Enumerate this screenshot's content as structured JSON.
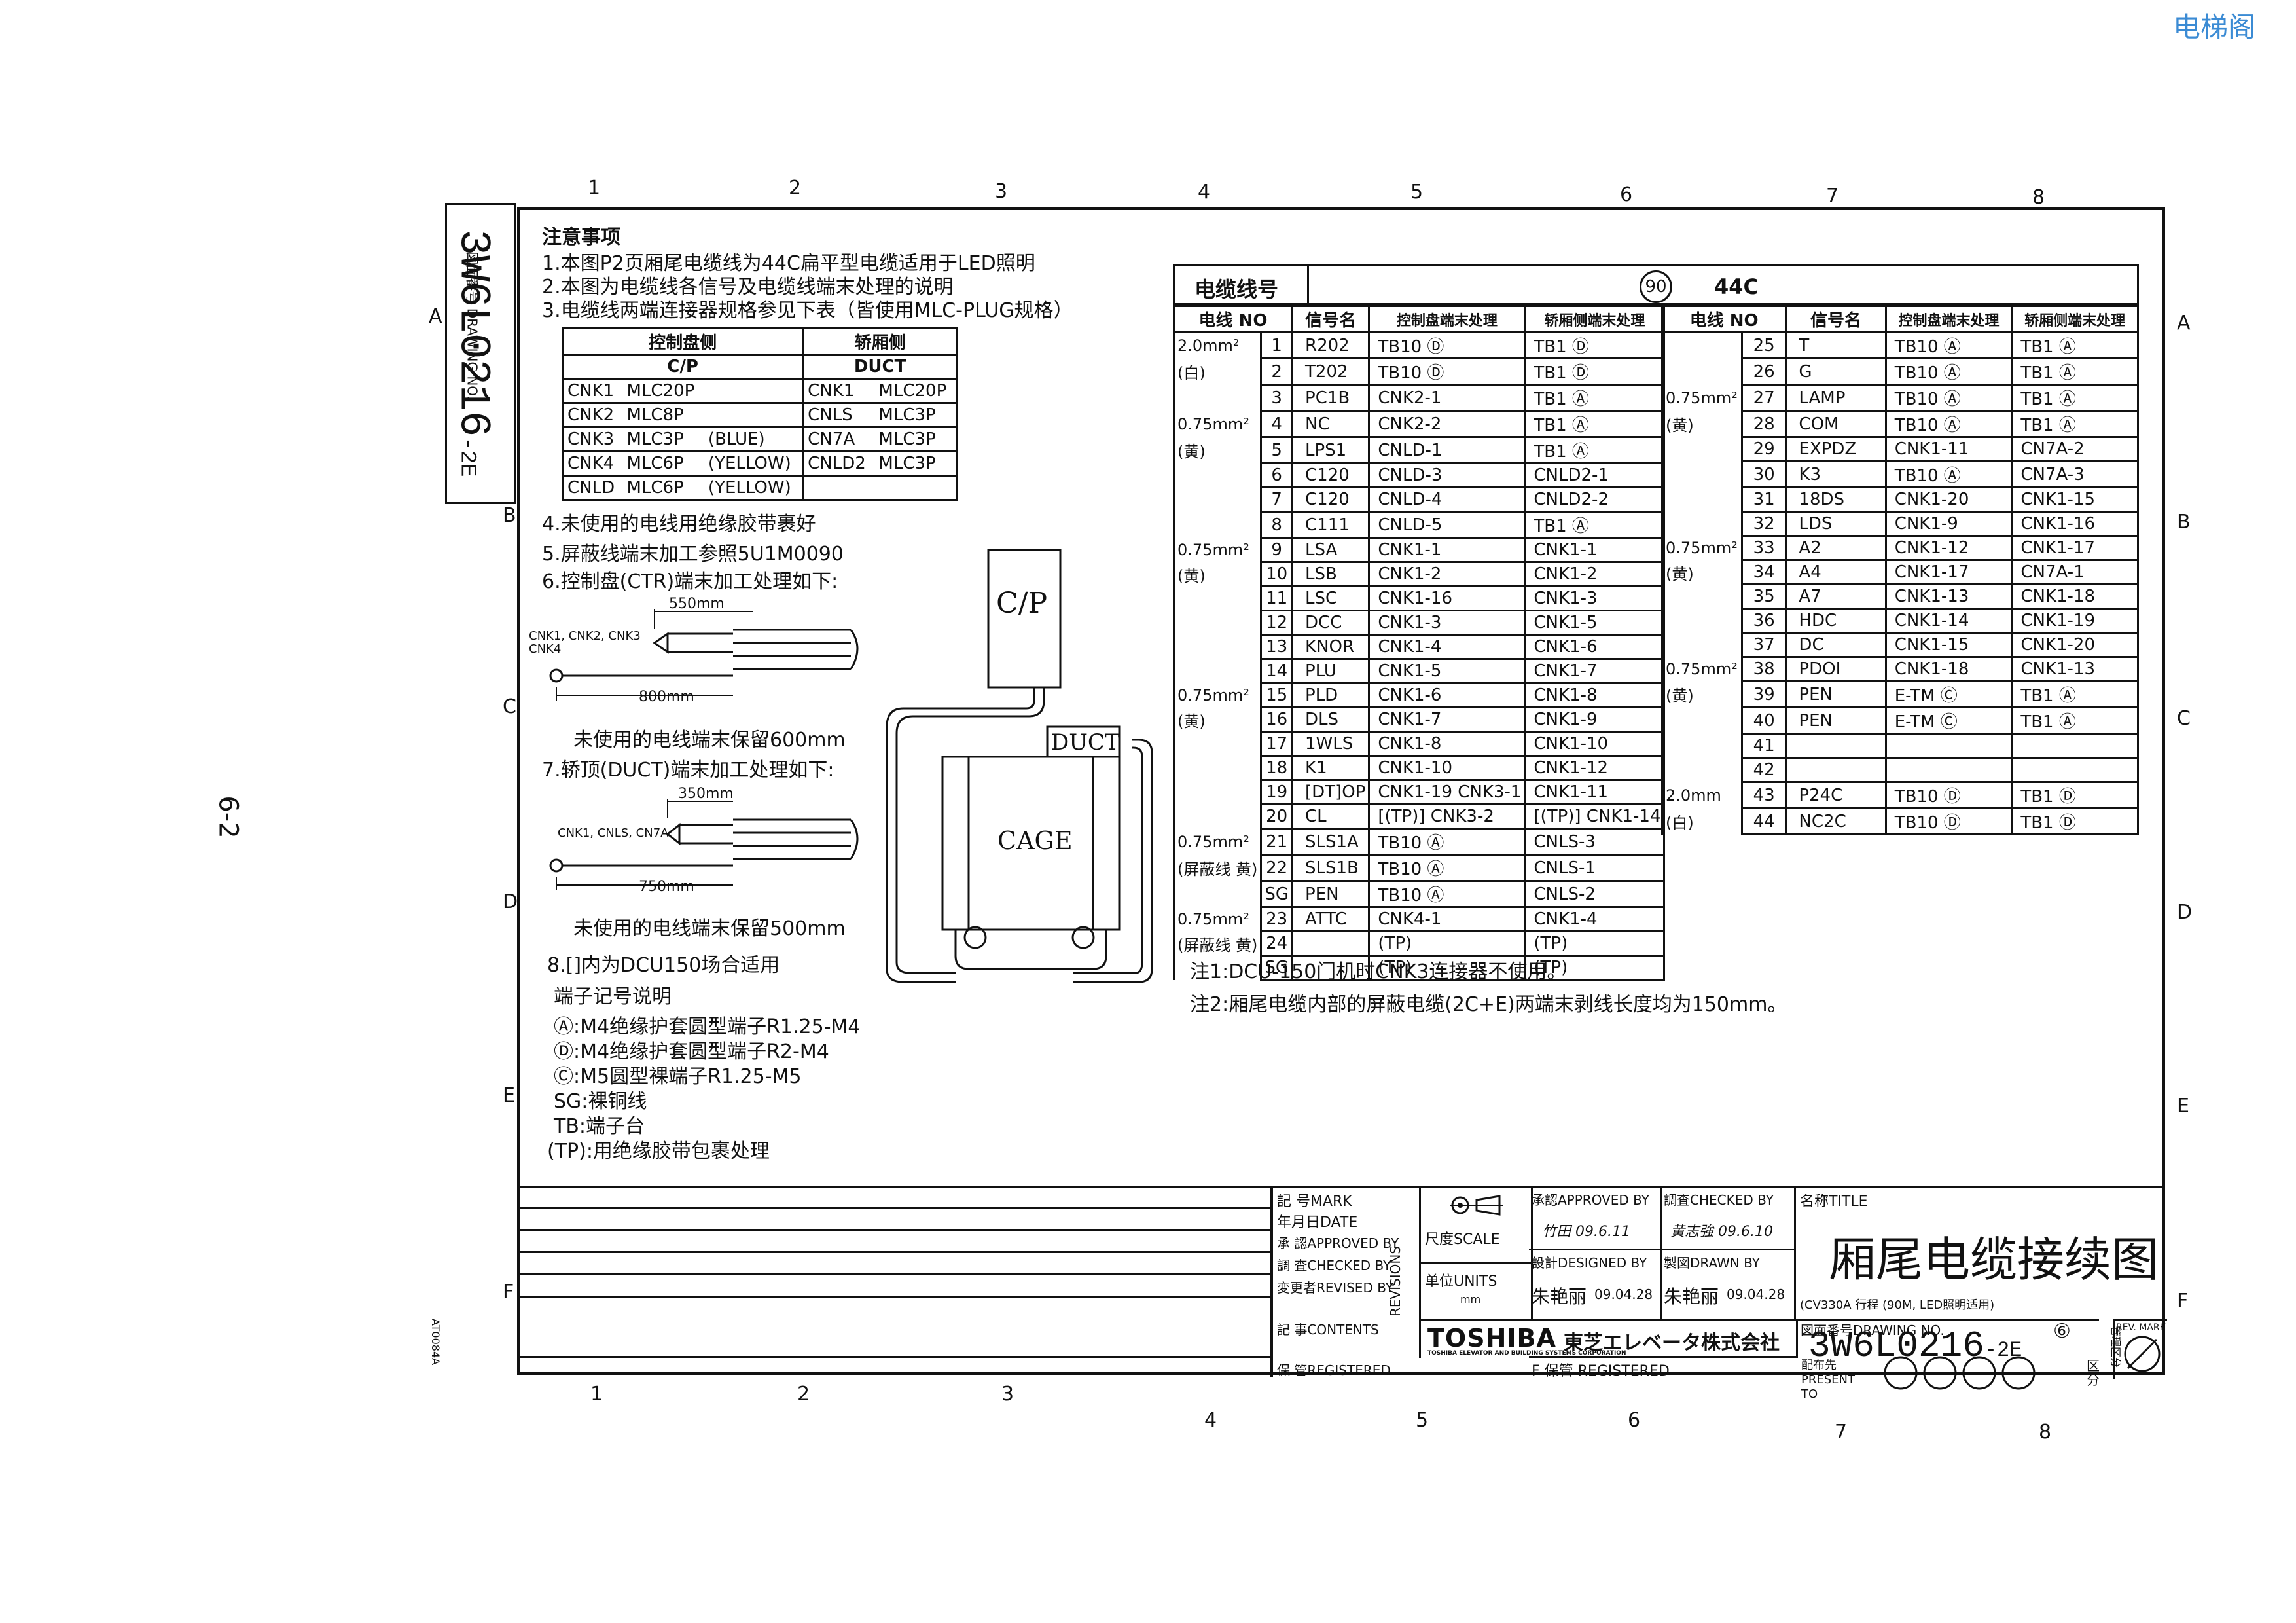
{
  "watermark": "电梯阁",
  "page_mark": "6-2",
  "side_code": "AT0084A",
  "drawing_no_side_label": "図面番号 DRAWING NO.",
  "drawing_no_side": "3W6L0216",
  "drawing_no_side_suffix": "-2E",
  "ruler_cols": [
    "1",
    "2",
    "3",
    "4",
    "5",
    "6",
    "7",
    "8"
  ],
  "ruler_rows": [
    "A",
    "B",
    "C",
    "D",
    "E",
    "F"
  ],
  "notes": {
    "title": "注意事项",
    "items": [
      "1.本图P2页厢尾电缆线为44C扁平型电缆适用于LED照明",
      "2.本图为电缆线各信号及电缆线端末处理的说明",
      "3.电缆线两端连接器规格参见下表（皆使用MLC-PLUG规格）"
    ],
    "items2": [
      "4.未使用的电线用绝缘胶带裹好",
      "5.屏蔽线端末加工参照5U1M0090",
      "6.控制盘(CTR)端末加工处理如下:"
    ],
    "ctr_len_top": "550mm",
    "ctr_conn_label": "CNK1, CNK2, CNK3 CNK4",
    "ctr_len_bottom": "800mm",
    "ctr_keep": "未使用的电线端末保留600mm",
    "item7": "7.轿顶(DUCT)端末加工处理如下:",
    "duct_len_top": "350mm",
    "duct_conn_label": "CNK1, CNLS, CN7A",
    "duct_len_bottom": "750mm",
    "duct_keep": "未使用的电线端末保留500mm",
    "item8": "8.[]内为DCU150场合适用",
    "terminal_title": "端子记号说明",
    "terminals": [
      "Ⓐ:M4绝缘护套圆型端子R1.25-M4",
      "Ⓓ:M4绝缘护套圆型端子R2-M4",
      "Ⓒ:M5圆型裸端子R1.25-M5",
      "SG:裸铜线",
      "TB:端子台",
      "(TP):用绝缘胶带包裹处理"
    ]
  },
  "connector_table": {
    "head_left": "控制盘侧",
    "head_right": "轿厢侧",
    "sub_left": "C/P",
    "sub_right": "DUCT",
    "rows": [
      [
        "CNK1",
        "MLC20P",
        "",
        "CNK1",
        "MLC20P"
      ],
      [
        "CNK2",
        "MLC8P",
        "",
        "CNLS",
        "MLC3P"
      ],
      [
        "CNK3",
        "MLC3P",
        "(BLUE)",
        "CN7A",
        "MLC3P"
      ],
      [
        "CNK4",
        "MLC6P",
        "(YELLOW)",
        "CNLD2",
        "MLC3P"
      ],
      [
        "CNLD",
        "MLC6P",
        "(YELLOW)",
        "",
        ""
      ]
    ]
  },
  "diagram": {
    "cp": "C/P",
    "duct": "DUCT",
    "cage": "CAGE"
  },
  "cable_table": {
    "title": "电缆线号",
    "cable_no": "90",
    "cable_type": "44C",
    "headers": [
      "电线 NO",
      "信号名",
      "控制盘端末处理",
      "轿厢侧端末处理"
    ],
    "left_rows": [
      {
        "grp": "2.0mm²",
        "n": "1",
        "sig": "R202",
        "cp": "TB10 Ⓓ",
        "car": "TB1 Ⓓ"
      },
      {
        "grp": "(白)",
        "n": "2",
        "sig": "T202",
        "cp": "TB10 Ⓓ",
        "car": "TB1 Ⓓ"
      },
      {
        "grp": "",
        "n": "3",
        "sig": "PC1B",
        "cp": "CNK2-1",
        "car": "TB1 Ⓐ"
      },
      {
        "grp": "0.75mm²",
        "n": "4",
        "sig": "NC",
        "cp": "CNK2-2",
        "car": "TB1 Ⓐ"
      },
      {
        "grp": "(黄)",
        "n": "5",
        "sig": "LPS1",
        "cp": "CNLD-1",
        "car": "TB1 Ⓐ"
      },
      {
        "grp": "",
        "n": "6",
        "sig": "C120",
        "cp": "CNLD-3",
        "car": "CNLD2-1"
      },
      {
        "grp": "",
        "n": "7",
        "sig": "C120",
        "cp": "CNLD-4",
        "car": "CNLD2-2"
      },
      {
        "grp": "",
        "n": "8",
        "sig": "C111",
        "cp": "CNLD-5",
        "car": "TB1 Ⓐ"
      },
      {
        "grp": "0.75mm²",
        "n": "9",
        "sig": "LSA",
        "cp": "CNK1-1",
        "car": "CNK1-1"
      },
      {
        "grp": "(黄)",
        "n": "10",
        "sig": "LSB",
        "cp": "CNK1-2",
        "car": "CNK1-2"
      },
      {
        "grp": "",
        "n": "11",
        "sig": "LSC",
        "cp": "CNK1-16",
        "car": "CNK1-3"
      },
      {
        "grp": "",
        "n": "12",
        "sig": "DCC",
        "cp": "CNK1-3",
        "car": "CNK1-5"
      },
      {
        "grp": "",
        "n": "13",
        "sig": "KNOR",
        "cp": "CNK1-4",
        "car": "CNK1-6"
      },
      {
        "grp": "",
        "n": "14",
        "sig": "PLU",
        "cp": "CNK1-5",
        "car": "CNK1-7"
      },
      {
        "grp": "0.75mm²",
        "n": "15",
        "sig": "PLD",
        "cp": "CNK1-6",
        "car": "CNK1-8"
      },
      {
        "grp": "(黄)",
        "n": "16",
        "sig": "DLS",
        "cp": "CNK1-7",
        "car": "CNK1-9"
      },
      {
        "grp": "",
        "n": "17",
        "sig": "1WLS",
        "cp": "CNK1-8",
        "car": "CNK1-10"
      },
      {
        "grp": "",
        "n": "18",
        "sig": "K1",
        "cp": "CNK1-10",
        "car": "CNK1-12"
      },
      {
        "grp": "",
        "n": "19",
        "sig": "[DT]OP",
        "cp": "CNK1-19 CNK3-1",
        "car": "CNK1-11"
      },
      {
        "grp": "",
        "n": "20",
        "sig": "CL",
        "cp": "[(TP)] CNK3-2",
        "car": "[(TP)] CNK1-14"
      },
      {
        "grp": "0.75mm²",
        "n": "21",
        "sig": "SLS1A",
        "cp": "TB10 Ⓐ",
        "car": "CNLS-3"
      },
      {
        "grp": "(屏蔽线 黄)",
        "n": "22",
        "sig": "SLS1B",
        "cp": "TB10 Ⓐ",
        "car": "CNLS-1"
      },
      {
        "grp": "",
        "n": "SG",
        "sig": "PEN",
        "cp": "TB10 Ⓐ",
        "car": "CNLS-2"
      },
      {
        "grp": "0.75mm²",
        "n": "23",
        "sig": "ATTC",
        "cp": "CNK4-1",
        "car": "CNK1-4"
      },
      {
        "grp": "(屏蔽线 黄)",
        "n": "24",
        "sig": "",
        "cp": "(TP)",
        "car": "(TP)"
      },
      {
        "grp": "",
        "n": "SG",
        "sig": "",
        "cp": "(TP)",
        "car": "(TP)"
      }
    ],
    "right_rows": [
      {
        "grp": "",
        "n": "25",
        "sig": "T",
        "cp": "TB10 Ⓐ",
        "car": "TB1 Ⓐ"
      },
      {
        "grp": "",
        "n": "26",
        "sig": "G",
        "cp": "TB10 Ⓐ",
        "car": "TB1 Ⓐ"
      },
      {
        "grp": "0.75mm²",
        "n": "27",
        "sig": "LAMP",
        "cp": "TB10 Ⓐ",
        "car": "TB1 Ⓐ"
      },
      {
        "grp": "(黄)",
        "n": "28",
        "sig": "COM",
        "cp": "TB10 Ⓐ",
        "car": "TB1 Ⓐ"
      },
      {
        "grp": "",
        "n": "29",
        "sig": "EXPDZ",
        "cp": "CNK1-11",
        "car": "CN7A-2"
      },
      {
        "grp": "",
        "n": "30",
        "sig": "K3",
        "cp": "TB10 Ⓐ",
        "car": "CN7A-3"
      },
      {
        "grp": "",
        "n": "31",
        "sig": "18DS",
        "cp": "CNK1-20",
        "car": "CNK1-15"
      },
      {
        "grp": "",
        "n": "32",
        "sig": "LDS",
        "cp": "CNK1-9",
        "car": "CNK1-16"
      },
      {
        "grp": "0.75mm²",
        "n": "33",
        "sig": "A2",
        "cp": "CNK1-12",
        "car": "CNK1-17"
      },
      {
        "grp": "(黄)",
        "n": "34",
        "sig": "A4",
        "cp": "CNK1-17",
        "car": "CN7A-1"
      },
      {
        "grp": "",
        "n": "35",
        "sig": "A7",
        "cp": "CNK1-13",
        "car": "CNK1-18"
      },
      {
        "grp": "",
        "n": "36",
        "sig": "HDC",
        "cp": "CNK1-14",
        "car": "CNK1-19"
      },
      {
        "grp": "",
        "n": "37",
        "sig": "DC",
        "cp": "CNK1-15",
        "car": "CNK1-20"
      },
      {
        "grp": "0.75mm²",
        "n": "38",
        "sig": "PDOI",
        "cp": "CNK1-18",
        "car": "CNK1-13"
      },
      {
        "grp": "(黄)",
        "n": "39",
        "sig": "PEN",
        "cp": "E-TM Ⓒ",
        "car": "TB1 Ⓐ"
      },
      {
        "grp": "",
        "n": "40",
        "sig": "PEN",
        "cp": "E-TM Ⓒ",
        "car": "TB1 Ⓐ"
      },
      {
        "grp": "",
        "n": "41",
        "sig": "",
        "cp": "",
        "car": ""
      },
      {
        "grp": "",
        "n": "42",
        "sig": "",
        "cp": "",
        "car": ""
      },
      {
        "grp": "2.0mm",
        "n": "43",
        "sig": "P24C",
        "cp": "TB10 Ⓓ",
        "car": "TB1 Ⓓ"
      },
      {
        "grp": "(白)",
        "n": "44",
        "sig": "NC2C",
        "cp": "TB10 Ⓓ",
        "car": "TB1 Ⓓ"
      }
    ]
  },
  "footnotes": [
    "注1:DCU-150门机时CNK3连接器不使用。",
    "注2:厢尾电缆内部的屏蔽电缆(2C+E)两端末剥线长度均为150mm。"
  ],
  "title_block": {
    "rev_labels": [
      "記 号MARK",
      "年月日DATE",
      "承 認APPROVED BY",
      "調 査CHECKED BY",
      "変更者REVISED BY",
      "記 事CONTENTS",
      "保 管REGISTERED"
    ],
    "revisions": "REVISIONS",
    "scale": "尺度SCALE",
    "units": "单位UNITS",
    "units_val": "mm",
    "approved": "承認APPROVED BY",
    "checked": "調査CHECKED BY",
    "approved_sig": "竹田 09.6.11",
    "checked_sig": "黄志強 09.6.10",
    "designed": "設計DESIGNED BY",
    "drawn": "製図DRAWN BY",
    "designed_name": "朱艳丽",
    "designed_date": "09.04.28",
    "drawn_name": "朱艳丽",
    "drawn_date": "09.04.28",
    "title_label": "名称TITLE",
    "title": "厢尾电缆接续图",
    "subtitle": "(CV330A 行程 (90M, LED照明适用)",
    "company_logo": "TOSHIBA",
    "company_jp": "東芝エレベータ株式会社",
    "company_en": "TOSHIBA ELEVATOR AND BUILDING SYSTEMS CORPORATION",
    "drawing_no_label": "図面番号DRAWING NO.",
    "drawing_no": "3W6L0216",
    "drawing_no_suffix": "-2E",
    "rev_num": "⑥",
    "rev_mark": "REV. MARK",
    "registered": "F 保管 REGISTERED",
    "present_to": "配布先 PRESENT TO",
    "kubun": "区分",
    "kanri": "管理区分"
  }
}
